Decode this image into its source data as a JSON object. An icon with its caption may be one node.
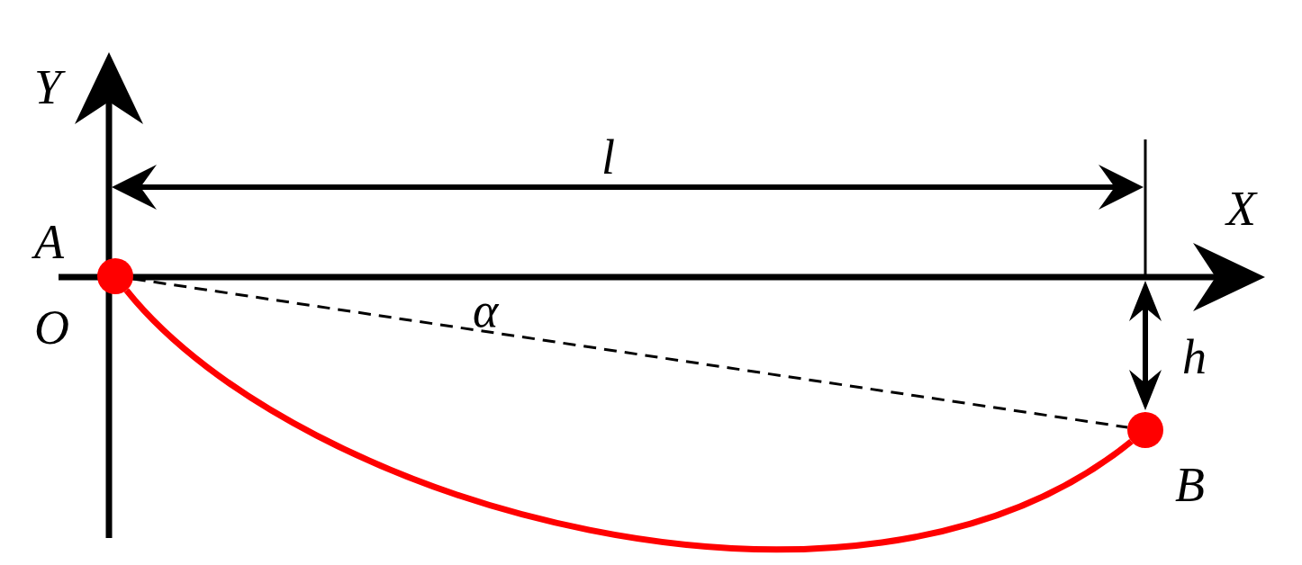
{
  "diagram": {
    "nodes": [
      {
        "text": [],
        "shape": "circle",
        "beside": [
          "A"
        ]
      },
      {
        "text": [],
        "shape": "circle",
        "beside": [
          "B"
        ]
      }
    ],
    "edges": [
      {
        "from": 0,
        "to": 1,
        "arrow": "none",
        "style": "thick",
        "color": "#ff0000"
      },
      {
        "from": 0,
        "to": 1,
        "arrow": "none",
        "style": "dashed",
        "color": "#000000"
      }
    ],
    "labels": [
      "Y",
      "X",
      "O",
      "l",
      "α",
      "h"
    ]
  }
}
